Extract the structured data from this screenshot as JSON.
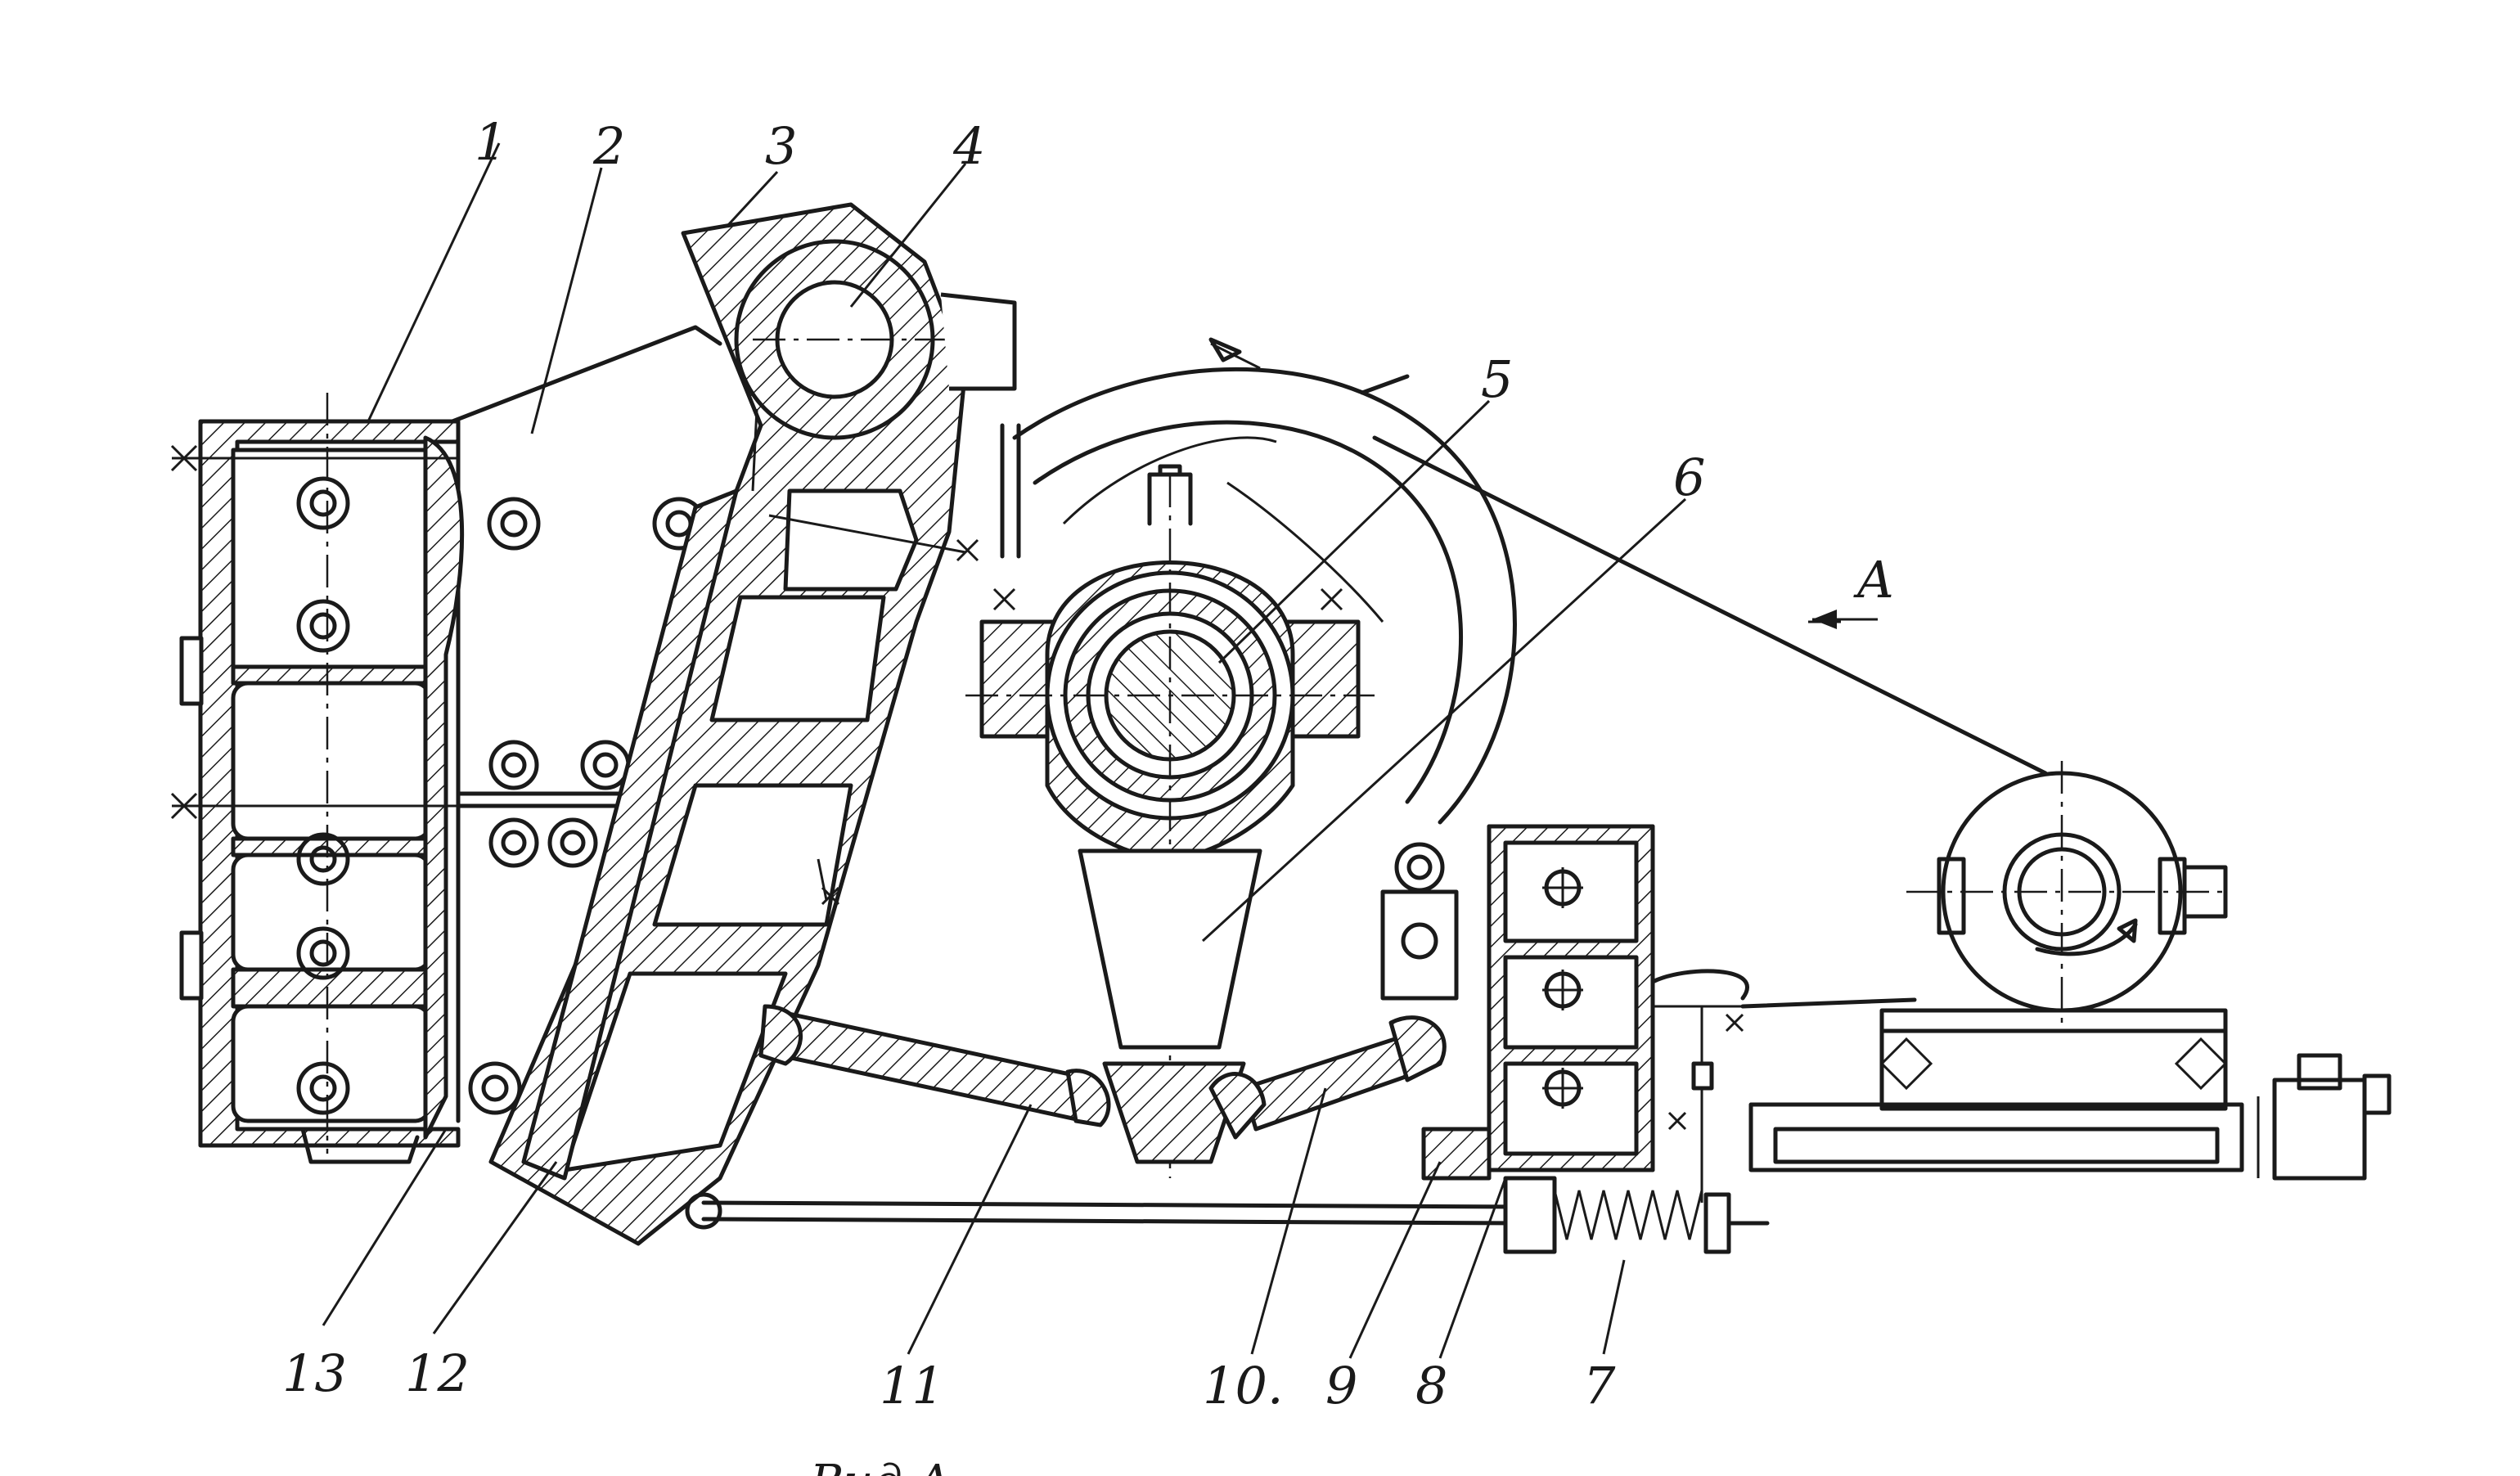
{
  "callouts": [
    {
      "id": "1",
      "label": "1"
    },
    {
      "id": "2",
      "label": "2"
    },
    {
      "id": "3",
      "label": "3"
    },
    {
      "id": "4",
      "label": "4"
    },
    {
      "id": "5",
      "label": "5"
    },
    {
      "id": "6",
      "label": "6"
    },
    {
      "id": "7",
      "label": "7"
    },
    {
      "id": "8",
      "label": "8"
    },
    {
      "id": "9",
      "label": "9"
    },
    {
      "id": "10",
      "label": "10."
    },
    {
      "id": "11",
      "label": "11"
    },
    {
      "id": "12",
      "label": "12"
    },
    {
      "id": "13",
      "label": "13"
    }
  ],
  "view_marker": {
    "label": "A"
  },
  "bottom_caption": "Вид А"
}
